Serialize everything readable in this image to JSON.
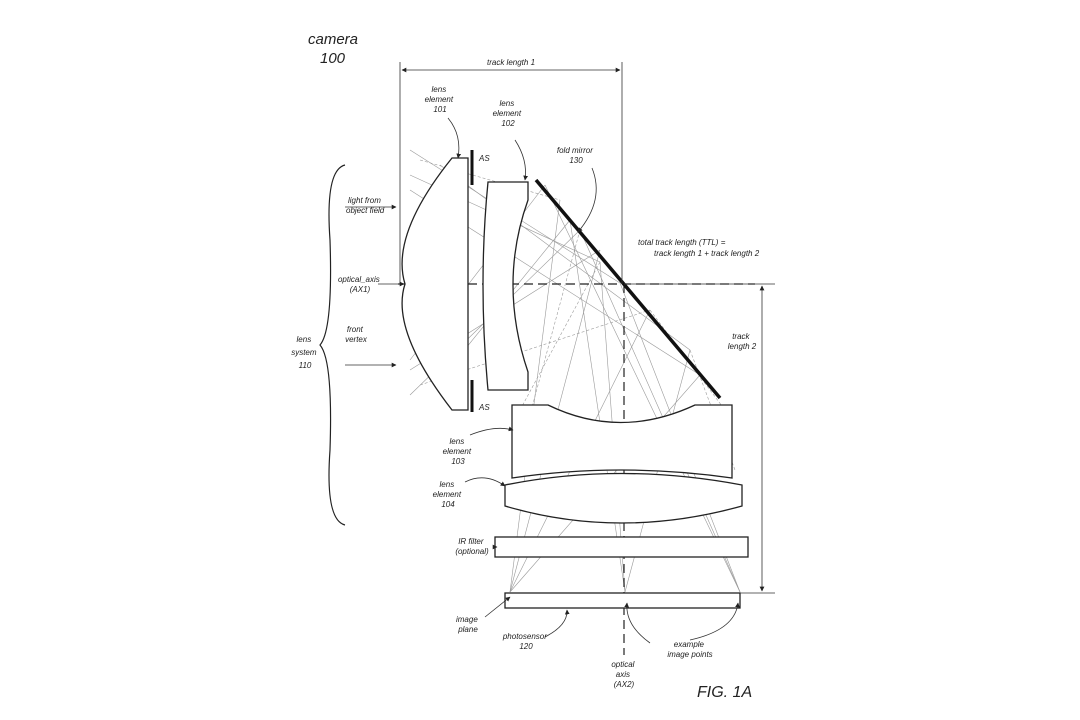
{
  "camera": {
    "line1": "camera",
    "line2": "100"
  },
  "track_length_1": "track length 1",
  "track_length_2": {
    "line1": "track",
    "line2": "length 2"
  },
  "ttl": {
    "line1": "total track length (TTL) =",
    "line2": "track length 1 + track length 2"
  },
  "lens_element_101": {
    "line1": "lens",
    "line2": "element",
    "line3": "101"
  },
  "lens_element_102": {
    "line1": "lens",
    "line2": "element",
    "line3": "102"
  },
  "lens_element_103": {
    "line1": "lens",
    "line2": "element",
    "line3": "103"
  },
  "lens_element_104": {
    "line1": "lens",
    "line2": "element",
    "line3": "104"
  },
  "fold_mirror": {
    "line1": "fold mirror",
    "line2": "130"
  },
  "aperture_stop": "AS",
  "light_from": {
    "line1": "light from",
    "line2": "object field"
  },
  "optical_axis_1": {
    "line1": "optical_axis",
    "line2": "(AX1)"
  },
  "front_vertex": {
    "line1": "front",
    "line2": "vertex"
  },
  "lens_system": {
    "line1": "lens",
    "line2": "system",
    "line3": "110"
  },
  "ir_filter": {
    "line1": "IR filter",
    "line2": "(optional)"
  },
  "image_plane": {
    "line1": "image",
    "line2": "plane"
  },
  "photosensor": {
    "line1": "photosensor",
    "line2": "120"
  },
  "optical_axis_2": {
    "line1": "optical",
    "line2": "axis",
    "line3": "(AX2)"
  },
  "example_points": {
    "line1": "example",
    "line2": "image points"
  },
  "fig_label": "FIG. 1A"
}
